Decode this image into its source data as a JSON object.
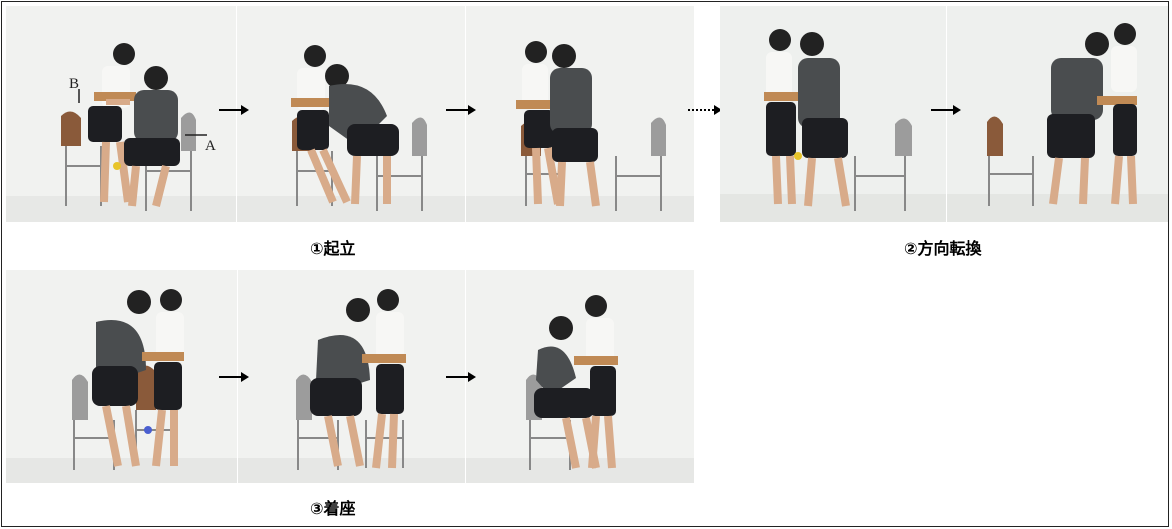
{
  "captions": {
    "standing": "①起立",
    "turning": "②方向転換",
    "sitting": "③着座"
  },
  "markers": {
    "a": "A",
    "b": "B"
  },
  "colors": {
    "background": "#f2f3f1",
    "shirt_dark": "#4a4d4f",
    "shirt_white": "#f7f7f5",
    "shorts": "#1d1e22",
    "belt": "#c08a55",
    "chair_wood": "#8a5a3a",
    "skin": "#d8ab8a"
  }
}
